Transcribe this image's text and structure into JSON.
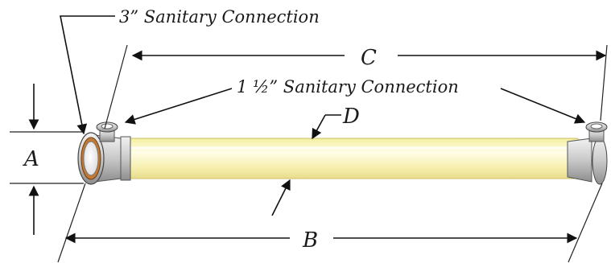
{
  "labels": {
    "sanitary_3in": "3” Sanitary Connection",
    "sanitary_1_5in": "1 ½” Sanitary Connection",
    "dim_a": "A",
    "dim_b": "B",
    "dim_c": "C",
    "dim_d": "D"
  },
  "colors": {
    "tube_glow": "#fbf6b0",
    "tube_edge": "#e6d98a",
    "steel": "#d9d9d9",
    "ring": "#c47a32"
  }
}
